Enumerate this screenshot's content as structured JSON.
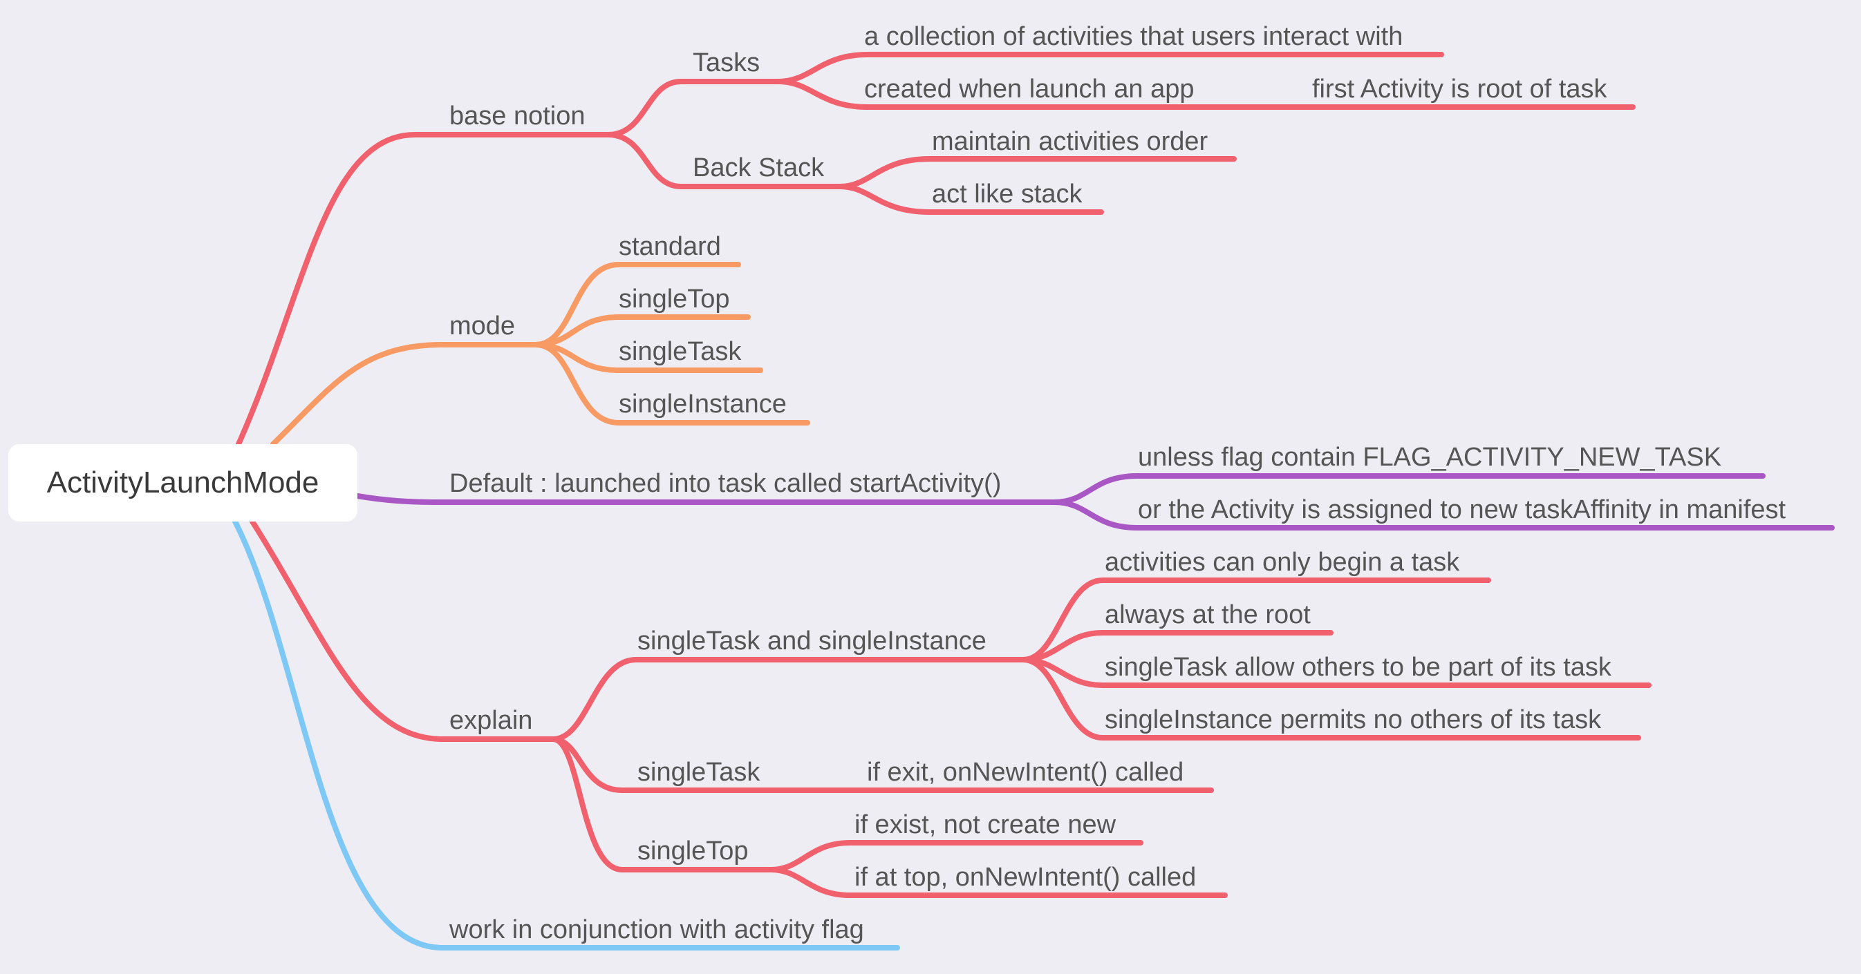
{
  "root": {
    "label": "ActivityLaunchMode"
  },
  "branches": {
    "base_notion": {
      "label": "base notion",
      "color": "#f0606d",
      "tasks": {
        "label": "Tasks",
        "items": [
          "a collection of activities that users interact with",
          "created when launch an app"
        ],
        "root_note": "first Activity is root of task"
      },
      "back_stack": {
        "label": "Back Stack",
        "items": [
          "maintain activities order",
          "act like stack"
        ]
      }
    },
    "mode": {
      "label": "mode",
      "color": "#f89a64",
      "items": [
        "standard",
        "singleTop",
        "singleTask",
        "singleInstance"
      ]
    },
    "default": {
      "label": "Default : launched into task called startActivity()",
      "color": "#a957c4",
      "items": [
        "unless flag contain FLAG_ACTIVITY_NEW_TASK",
        "or the Activity is assigned to new taskAffinity in manifest"
      ]
    },
    "explain": {
      "label": "explain",
      "color": "#f0606d",
      "single_task_instance": {
        "label": "singleTask and singleInstance",
        "items": [
          "activities can only begin a task",
          "always at the root",
          "singleTask allow others to be part of its task",
          "singleInstance permits no others of its task"
        ]
      },
      "single_task": {
        "label": "singleTask",
        "note": "if exit, onNewIntent() called"
      },
      "single_top": {
        "label": "singleTop",
        "items": [
          "if exist, not create new",
          "if at top, onNewIntent() called"
        ]
      }
    },
    "flag": {
      "label": "work in conjunction with activity flag",
      "color": "#7ec8f6"
    }
  }
}
